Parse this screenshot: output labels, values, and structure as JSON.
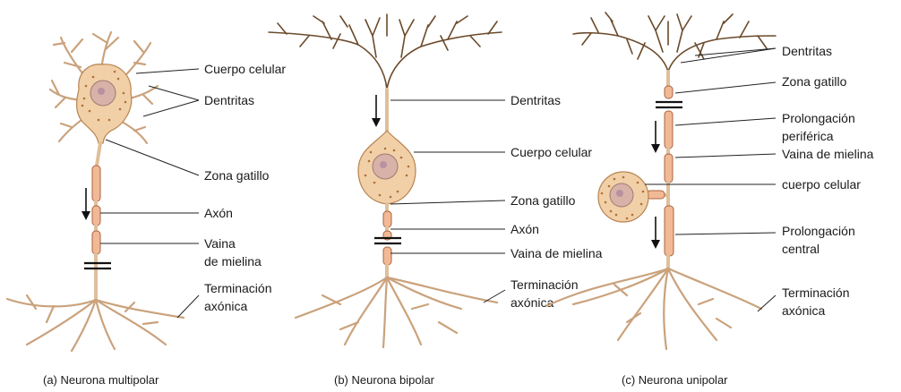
{
  "panels": {
    "multipolar": {
      "caption": "(a) Neurona multipolar",
      "labels": {
        "cell_body": "Cuerpo celular",
        "dendrites": "Dentritas",
        "trigger_zone": "Zona gatillo",
        "axon": "Axón",
        "myelin_line1": "Vaina",
        "myelin_line2": "de mielina",
        "terminal_line1": "Terminación",
        "terminal_line2": "axónica"
      }
    },
    "bipolar": {
      "caption": "(b) Neurona bipolar",
      "labels": {
        "dendrites": "Dentritas",
        "cell_body": "Cuerpo celular",
        "trigger_zone": "Zona gatillo",
        "axon": "Axón",
        "myelin": "Vaina de mielina",
        "terminal_line1": "Terminación",
        "terminal_line2": "axónica"
      }
    },
    "unipolar": {
      "caption": "(c) Neurona unipolar",
      "labels": {
        "dendrites": "Dentritas",
        "trigger_zone": "Zona gatillo",
        "peripheral_line1": "Prolongación",
        "peripheral_line2": "periférica",
        "myelin": "Vaina de mielina",
        "cell_body": "cuerpo celular",
        "central_line1": "Prolongación",
        "central_line2": "central",
        "terminal_line1": "Terminación",
        "terminal_line2": "axónica"
      }
    }
  },
  "colors": {
    "soma": "#f1d0a8",
    "myelin": "#f2b996",
    "dendrite_dark": "#6b4a2b",
    "text": "#1a1a1a"
  }
}
